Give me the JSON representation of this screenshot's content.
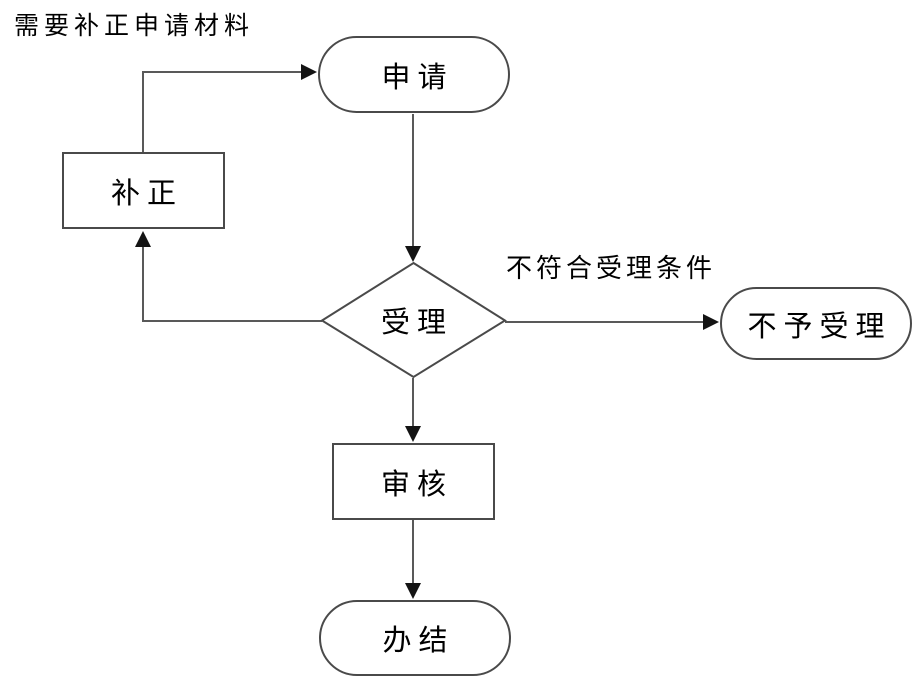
{
  "diagram": {
    "type": "flowchart",
    "nodes": [
      {
        "id": "apply",
        "shape": "terminator",
        "label": "申请"
      },
      {
        "id": "supplement",
        "shape": "process",
        "label": "补正"
      },
      {
        "id": "accept",
        "shape": "decision",
        "label": "受理"
      },
      {
        "id": "reject",
        "shape": "terminator",
        "label": "不予受理"
      },
      {
        "id": "review",
        "shape": "process",
        "label": "审核"
      },
      {
        "id": "finish",
        "shape": "terminator",
        "label": "办结"
      }
    ],
    "edge_labels": {
      "need_supplement": "需要补正申请材料",
      "not_qualified": "不符合受理条件"
    },
    "edges": [
      {
        "from": "supplement",
        "to": "apply",
        "label": "需要补正申请材料"
      },
      {
        "from": "apply",
        "to": "accept",
        "label": ""
      },
      {
        "from": "accept",
        "to": "supplement",
        "label": ""
      },
      {
        "from": "accept",
        "to": "reject",
        "label": "不符合受理条件"
      },
      {
        "from": "accept",
        "to": "review",
        "label": ""
      },
      {
        "from": "review",
        "to": "finish",
        "label": ""
      }
    ],
    "colors": {
      "shape_stroke": "#4a4a4a",
      "connector": "#595959",
      "arrowhead": "#141414",
      "text": "#000000",
      "background": "#ffffff"
    }
  }
}
